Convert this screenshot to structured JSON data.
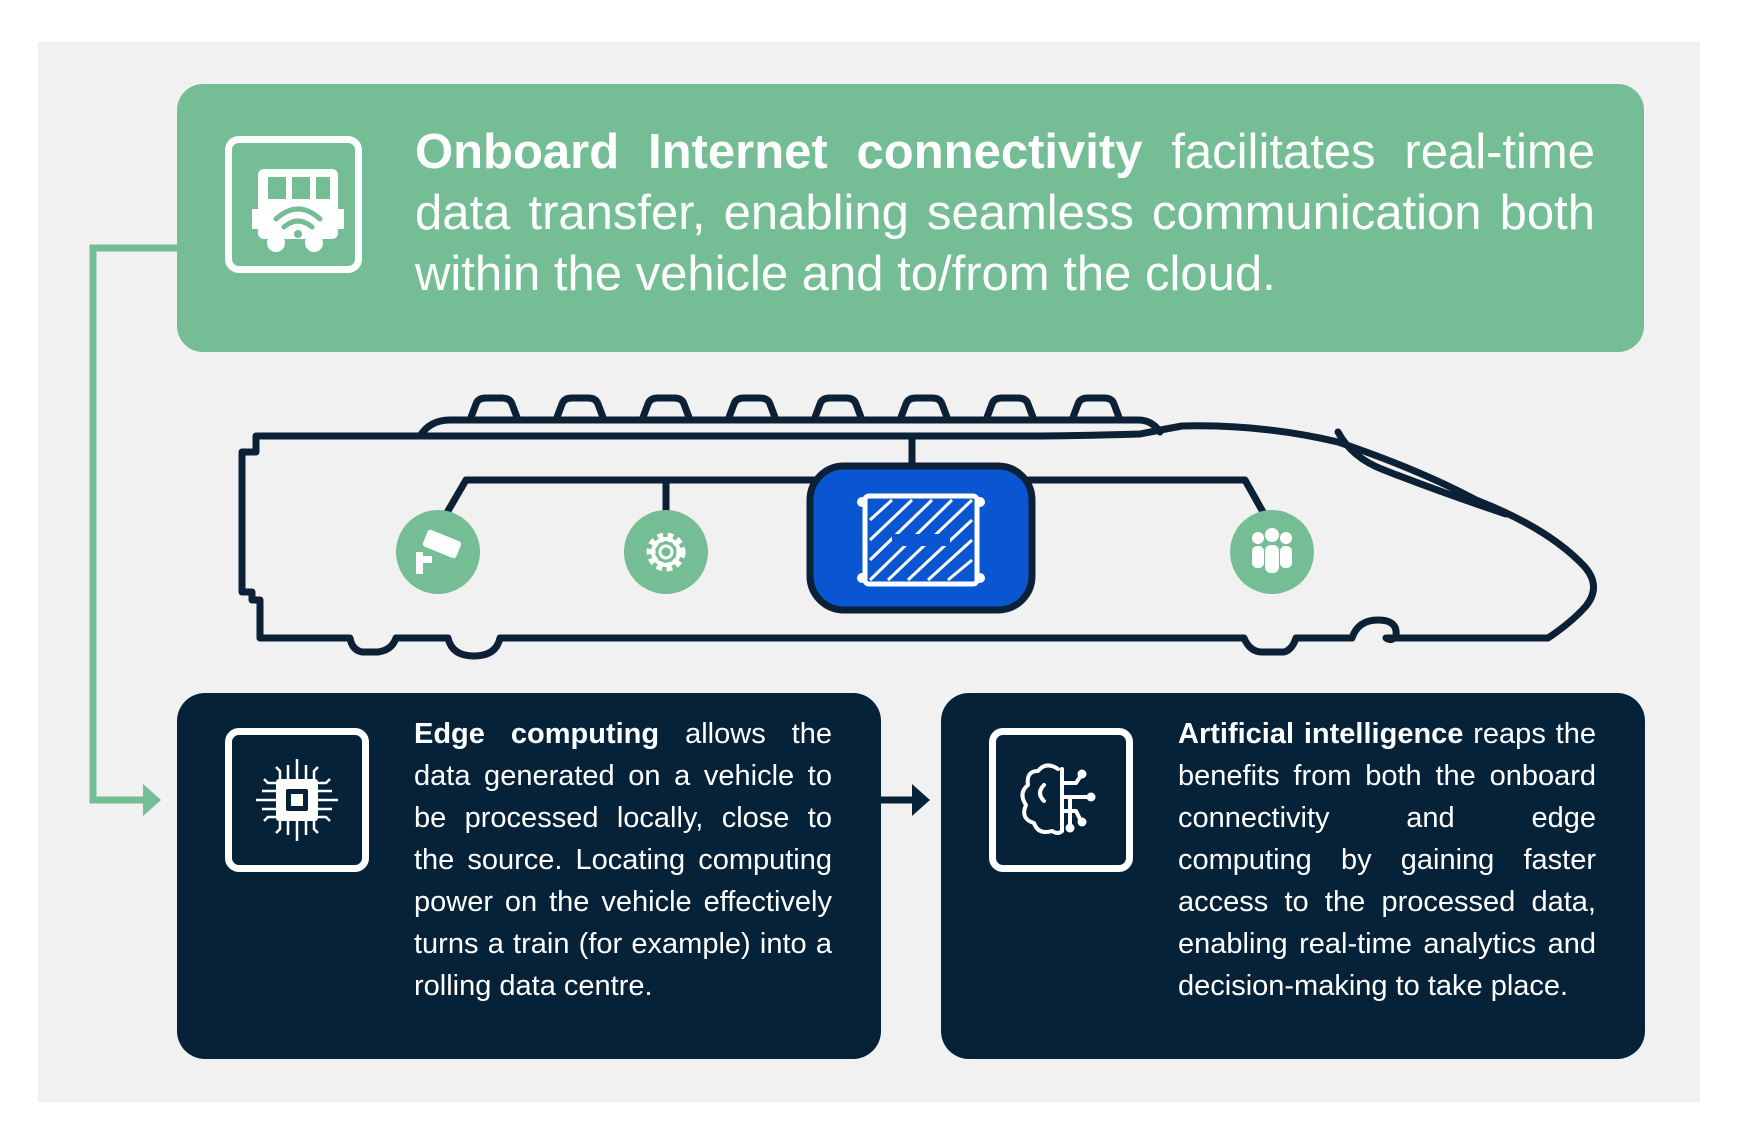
{
  "colors": {
    "canvas": "#f1f1f1",
    "green": "#75bd95",
    "navy": "#062238",
    "blue": "#0a55d1",
    "outline": "#0c2136"
  },
  "connectivity": {
    "icon": "train-wifi-icon",
    "bold": "Onboard Internet connectivity",
    "text": " facilitates real-time data transfer, enabling seamless communication both within the vehicle and to/from the cloud."
  },
  "edge": {
    "icon": "chip-icon",
    "bold": "Edge computing",
    "text": " allows the data generated on a vehicle to be processed locally, close to the source. Locating computing power on the vehicle effectively turns a train (for example) into a rolling data centre."
  },
  "ai": {
    "icon": "brain-circuit-icon",
    "bold": "Artificial intelligence",
    "text": " reaps the benefits from both the onboard connectivity and edge computing by gaining faster access to the processed data, enabling real-time analytics and decision-making to take place."
  },
  "train": {
    "nodes": [
      "camera-icon",
      "gear-icon",
      "edge-device-icon",
      "people-icon"
    ]
  }
}
